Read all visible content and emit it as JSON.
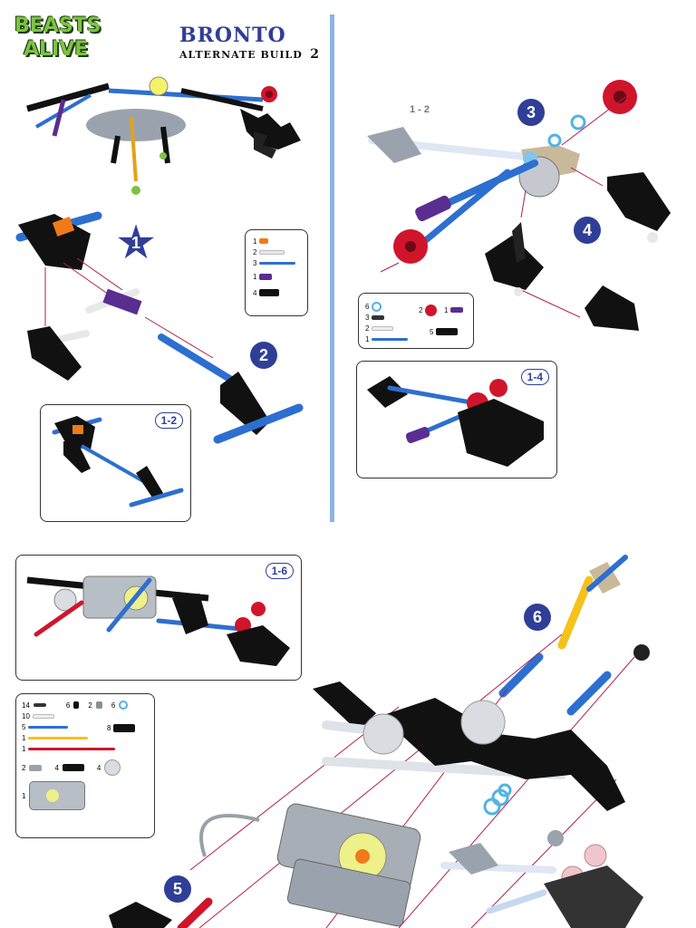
{
  "header": {
    "logo_line1": "BEASTS",
    "logo_line2": "ALIVE",
    "title": "BRONTO",
    "subtitle": "ALTERNATE BUILD",
    "build_number": "2"
  },
  "steps": {
    "s1": "1",
    "s2": "2",
    "s3": "3",
    "s4": "4",
    "s5": "5",
    "s6": "6",
    "range_12": "1 - 2"
  },
  "tags": {
    "t12": "1-2",
    "t14": "1-4",
    "t16": "1-6"
  },
  "parts_a": [
    {
      "qty": "1"
    },
    {
      "qty": "2"
    },
    {
      "qty": "3"
    },
    {
      "qty": "1"
    },
    {
      "qty": "4"
    }
  ],
  "parts_b": {
    "left": [
      {
        "qty": "6"
      },
      {
        "qty": "3"
      },
      {
        "qty": "2"
      },
      {
        "qty": "1"
      }
    ],
    "right": [
      {
        "qty": "2"
      },
      {
        "qty": "1"
      },
      {
        "qty": "5"
      }
    ]
  },
  "parts_c": {
    "r1": [
      "14",
      "6",
      "2",
      "6"
    ],
    "rows": [
      "10",
      "5",
      "1",
      "1"
    ],
    "r8": "8",
    "r2": [
      "2",
      "4",
      "4"
    ],
    "motor": "1"
  },
  "colors": {
    "navy": "#2f3f97",
    "blue_rod": "#2d6fd0",
    "red": "#d0152b",
    "purple": "#5a2d91",
    "orange": "#f07a1a",
    "yellow": "#f5c21b",
    "green_logo": "#7dc242"
  }
}
